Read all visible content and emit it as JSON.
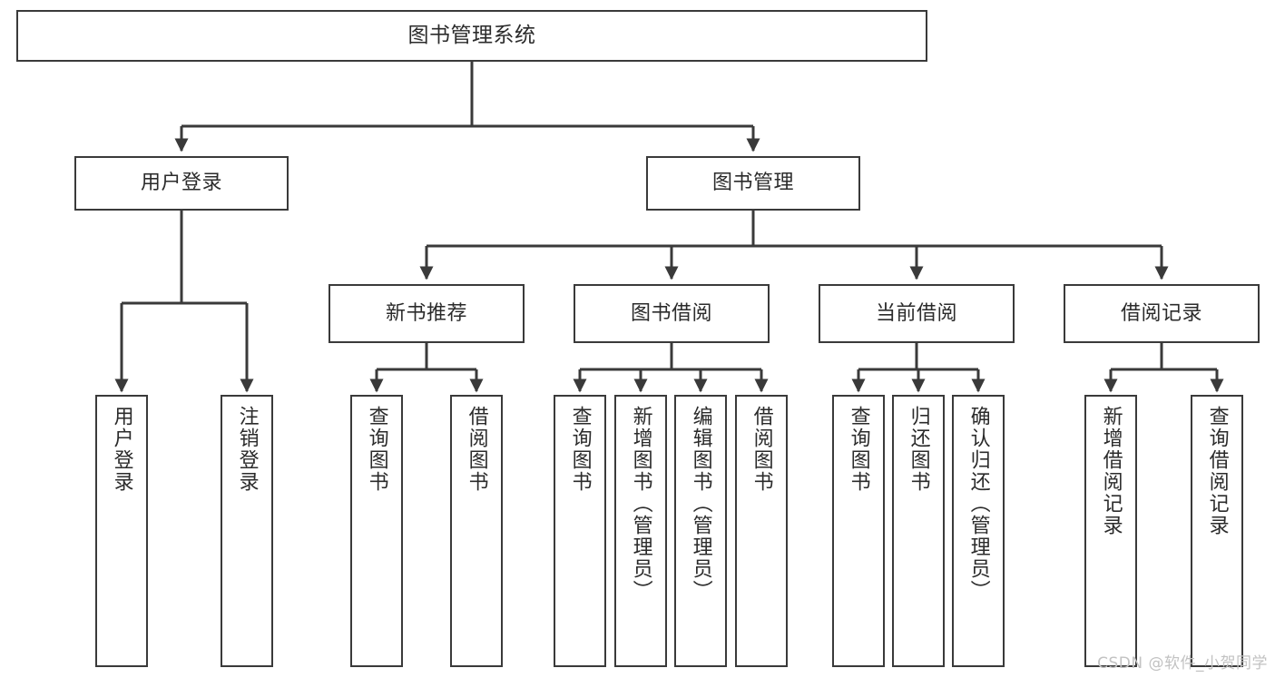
{
  "diagram": {
    "title": "图书管理系统",
    "type": "tree",
    "orientation": "top-down",
    "colors": {
      "box_border": "#3a3a3a",
      "box_fill": "#ffffff",
      "edge": "#3a3a3a",
      "text": "#2b2b2b",
      "watermark": "#c2c2c2",
      "background": "#ffffff"
    }
  },
  "nodes": {
    "root": {
      "label": "图书管理系统"
    },
    "level1": [
      {
        "id": "user-login",
        "label": "用户登录"
      },
      {
        "id": "book-manage",
        "label": "图书管理"
      }
    ],
    "level2": [
      {
        "id": "new-book-recommend",
        "label": "新书推荐"
      },
      {
        "id": "book-borrow",
        "label": "图书借阅"
      },
      {
        "id": "current-borrow",
        "label": "当前借阅"
      },
      {
        "id": "borrow-record",
        "label": "借阅记录"
      }
    ],
    "leaves": [
      {
        "id": "leaf-user-login",
        "label": "用户登录",
        "parent": "user-login"
      },
      {
        "id": "leaf-logout-login",
        "label": "注销登录",
        "parent": "user-login"
      },
      {
        "id": "leaf-query-book-1",
        "label": "查询图书",
        "parent": "new-book-recommend"
      },
      {
        "id": "leaf-borrow-book-1",
        "label": "借阅图书",
        "parent": "new-book-recommend"
      },
      {
        "id": "leaf-query-book-2",
        "label": "查询图书",
        "parent": "book-borrow"
      },
      {
        "id": "leaf-add-book",
        "label": "新增图书（管理员）",
        "parent": "book-borrow"
      },
      {
        "id": "leaf-edit-book",
        "label": "编辑图书（管理员）",
        "parent": "book-borrow"
      },
      {
        "id": "leaf-borrow-book-2",
        "label": "借阅图书",
        "parent": "book-borrow"
      },
      {
        "id": "leaf-query-book-3",
        "label": "查询图书",
        "parent": "current-borrow"
      },
      {
        "id": "leaf-return-book",
        "label": "归还图书",
        "parent": "current-borrow"
      },
      {
        "id": "leaf-confirm-return",
        "label": "确认归还（管理员）",
        "parent": "current-borrow"
      },
      {
        "id": "leaf-add-record",
        "label": "新增借阅记录",
        "parent": "borrow-record"
      },
      {
        "id": "leaf-query-record",
        "label": "查询借阅记录",
        "parent": "borrow-record"
      }
    ]
  },
  "watermark": {
    "text": "CSDN @软件_小贺同学"
  }
}
